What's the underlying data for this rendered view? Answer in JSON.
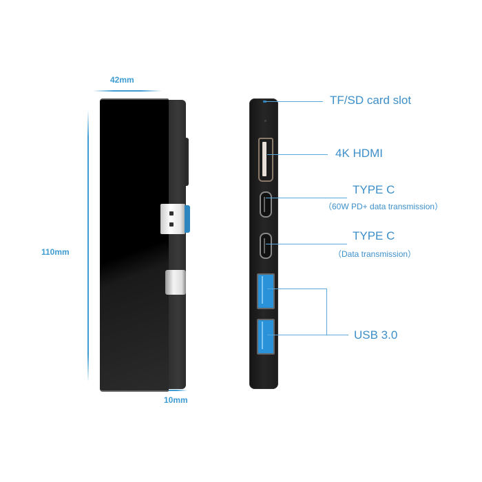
{
  "dimensions": {
    "width": "42mm",
    "height": "110mm",
    "depth": "10mm"
  },
  "ports": [
    {
      "id": "tf-sd",
      "label": "TF/SD card slot",
      "sub": ""
    },
    {
      "id": "hdmi",
      "label": "4K HDMI",
      "sub": ""
    },
    {
      "id": "typec-pd",
      "label": "TYPE C",
      "sub": "（60W PD+ data transmission）"
    },
    {
      "id": "typec-data",
      "label": "TYPE C",
      "sub": "（Data transmission）"
    },
    {
      "id": "usb3",
      "label": "USB 3.0",
      "sub": ""
    }
  ],
  "colors": {
    "accent": "#3d8fc9",
    "usb_blue": "#2a92d8",
    "device_body": "#000000"
  }
}
